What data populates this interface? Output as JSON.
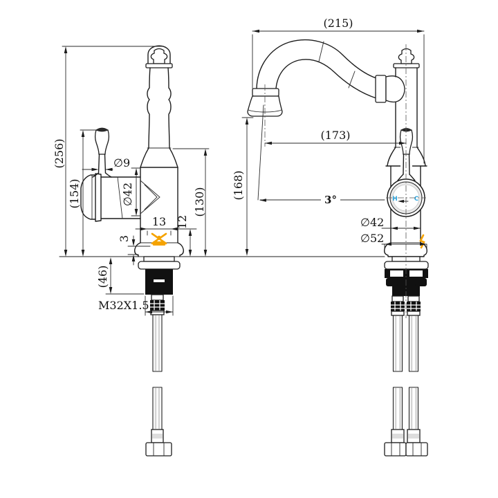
{
  "drawing": {
    "background": "#ffffff",
    "line_color": "#1c1c1c",
    "accent_orange": "#F5A300",
    "accent_blue": "#2FA8E1",
    "left_view": {
      "height_total": "(256)",
      "height_handle_top": "(154)",
      "height_body": "(130)",
      "height_under_deck": "(46)",
      "handle_stem_dia": "∅9",
      "body_dia": "∅42",
      "logo_width": "13",
      "logo_offset": "12",
      "logo_base_gap": "3",
      "thread_spec": "M32X1.5"
    },
    "right_view": {
      "width_total": "(215)",
      "spout_reach": "(173)",
      "outlet_height": "(168)",
      "outlet_angle": "3°",
      "body_dia": "∅42",
      "base_dia": "∅52",
      "hot_label": "H",
      "cold_label": "C"
    }
  }
}
